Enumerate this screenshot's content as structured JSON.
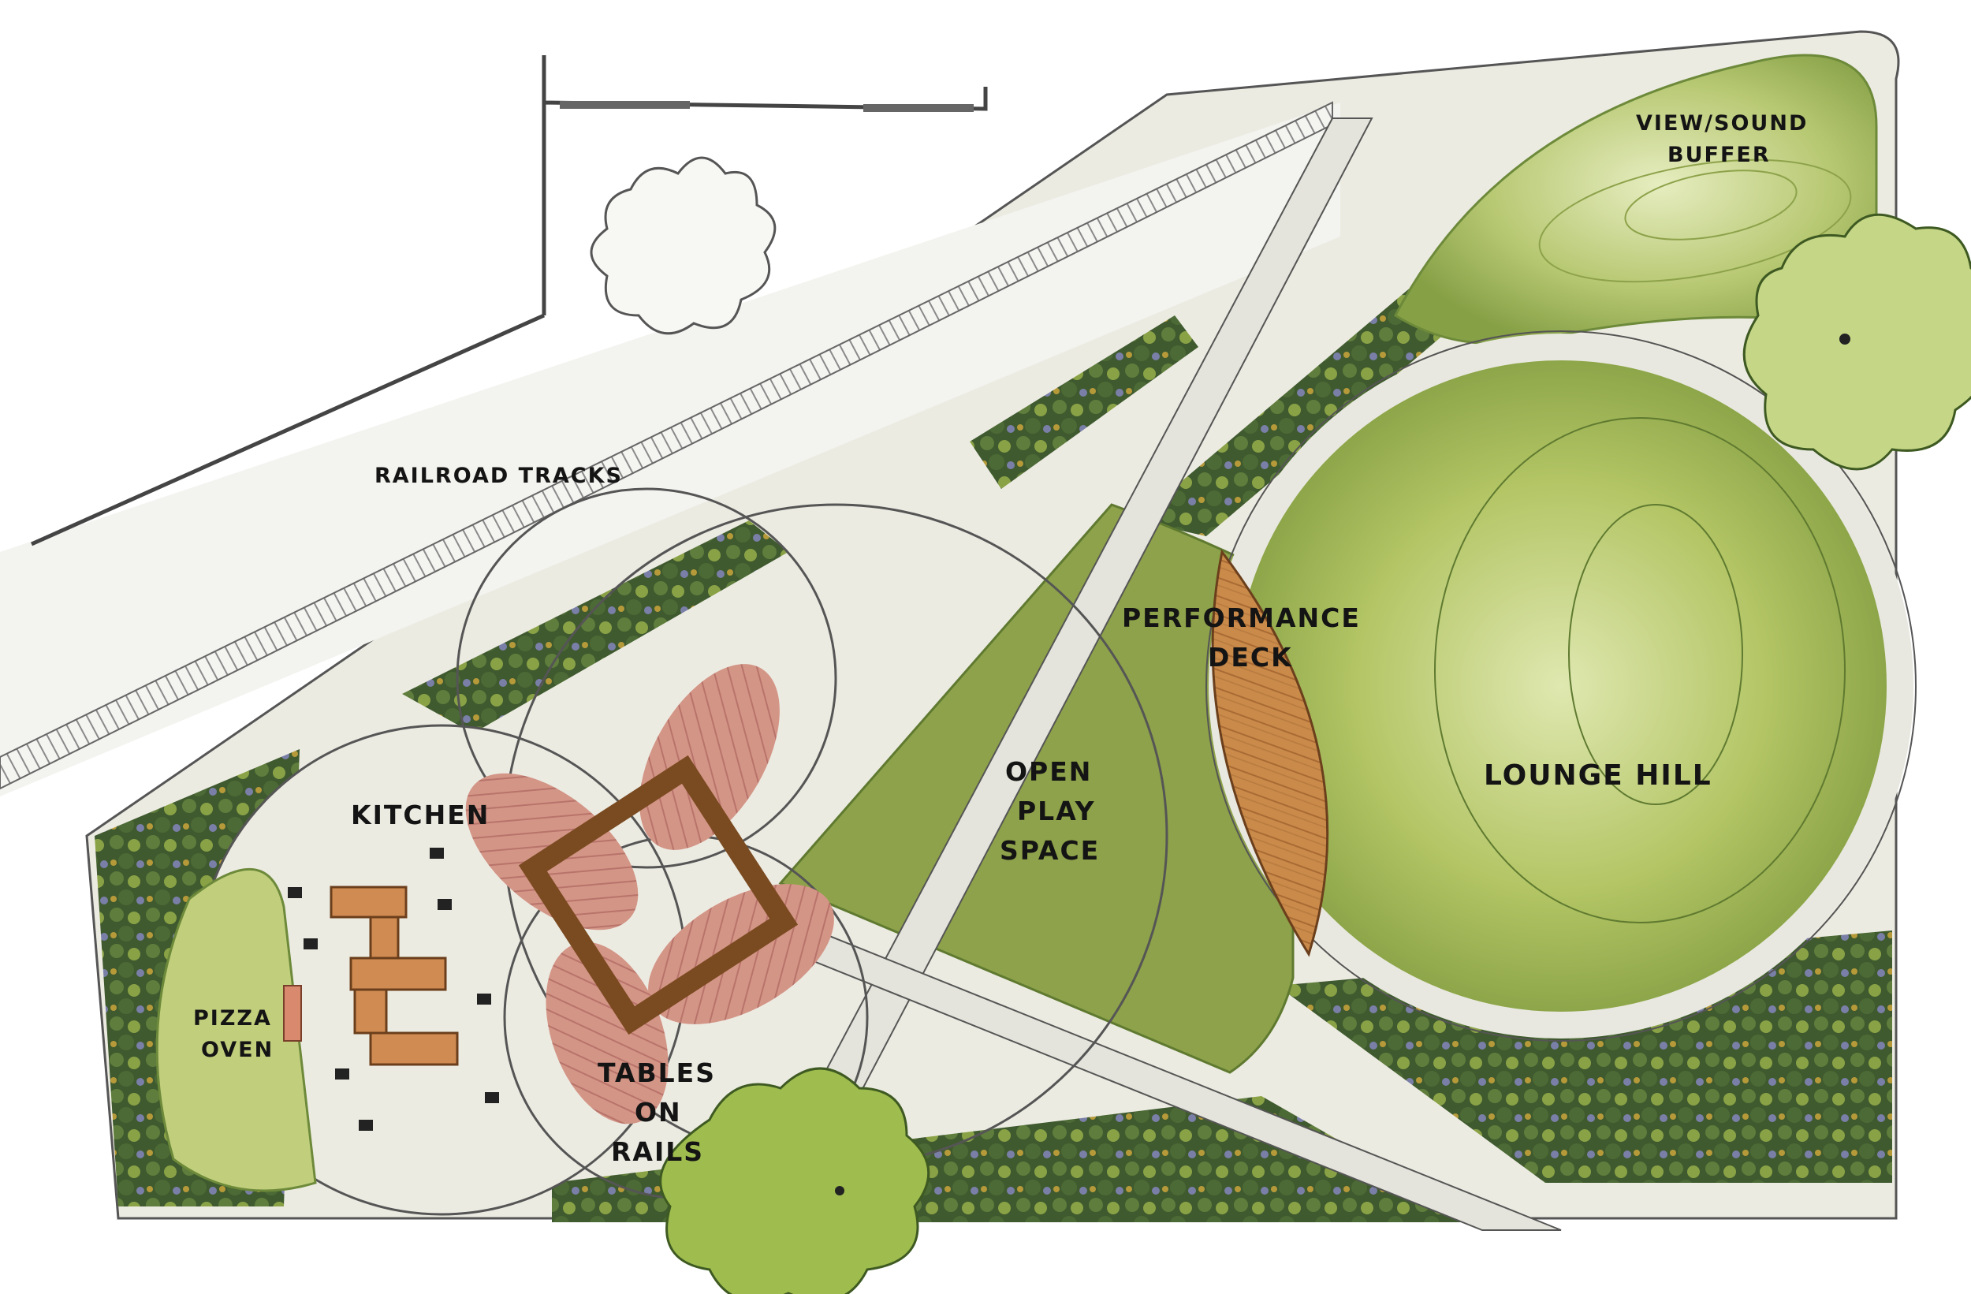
{
  "labels": {
    "railroad": "RAILROAD TRACKS",
    "view_buffer": [
      "VIEW/SOUND",
      "BUFFER"
    ],
    "performance_deck": [
      "PERFORMANCE",
      "DECK"
    ],
    "open_play": [
      "OPEN",
      "PLAY",
      "SPACE"
    ],
    "lounge_hill": "LOUNGE HILL",
    "kitchen": "KITCHEN",
    "pizza_oven": [
      "PIZZA",
      "OVEN"
    ],
    "tables_on_rails": [
      "TABLES",
      "ON",
      "RAILS"
    ]
  },
  "colors": {
    "lawn": "#8da24a",
    "lawn_light": "#c9d58c",
    "hill": "#a9bc5c",
    "paving": "#ece9de",
    "path": "#e4e4dc",
    "hedge": "#4f6a34",
    "deck_wood": "#c98a4a",
    "brick": "#cf8f80",
    "tree": "#9fbc4e",
    "ink": "#1e1e1e"
  }
}
